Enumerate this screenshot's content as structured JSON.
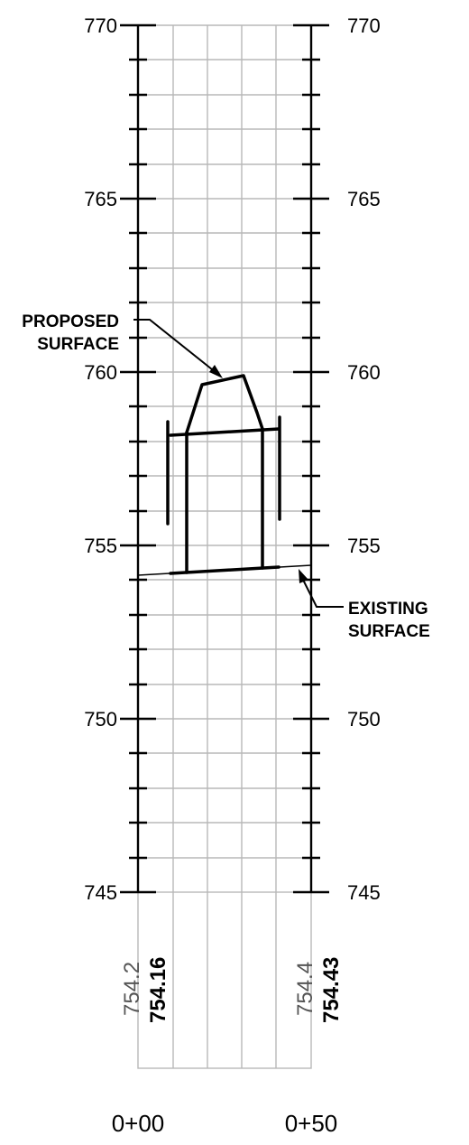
{
  "elevations": {
    "min": 745,
    "max": 770,
    "major_labels": [
      "770",
      "765",
      "760",
      "755",
      "750",
      "745"
    ]
  },
  "stations": {
    "labels": [
      "0+00",
      "0+50"
    ]
  },
  "callouts": {
    "proposed": {
      "line1": "PROPOSED",
      "line2": "SURFACE"
    },
    "existing": {
      "line1": "EXISTING",
      "line2": "SURFACE"
    }
  },
  "elevation_table": {
    "left": {
      "existing": "754.2",
      "proposed": "754.16"
    },
    "right": {
      "existing": "754.4",
      "proposed": "754.43"
    }
  }
}
